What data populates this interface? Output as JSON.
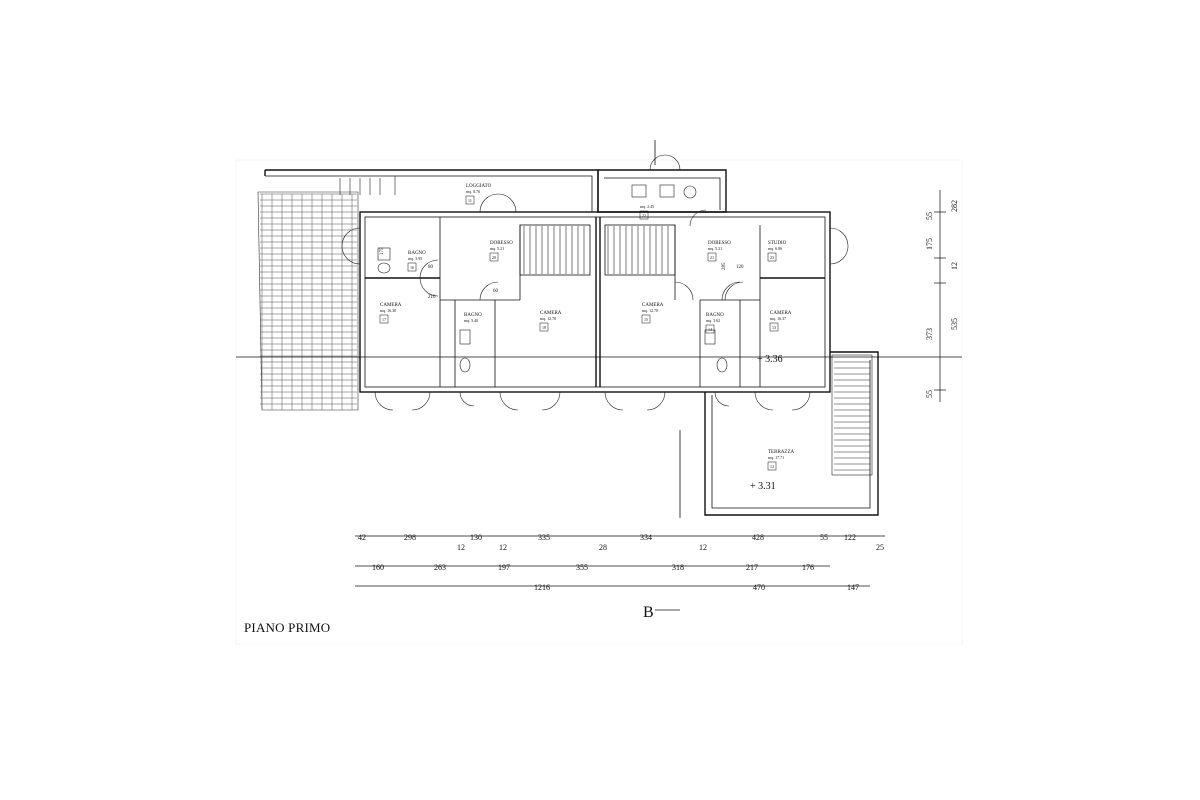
{
  "sheet": {
    "title": "PIANO PRIMO",
    "section_mark": "B"
  },
  "rooms": [
    {
      "id": "loggiato",
      "name": "LOGGIATO",
      "area": "mq. 8.76",
      "num": "11"
    },
    {
      "id": "bagno-nw",
      "name": "BAGNO",
      "area": "mq. 3.95",
      "num": "16"
    },
    {
      "id": "disimpegno-w",
      "name": "DORESSO",
      "area": "mq. 5.21",
      "num": "20"
    },
    {
      "id": "camera-w",
      "name": "CAMERA",
      "area": "mq. 16.30",
      "num": "17"
    },
    {
      "id": "bagno-w2",
      "name": "BAGNO",
      "area": "mq. 3.40",
      "num": ""
    },
    {
      "id": "camera-w2",
      "name": "CAMERA",
      "area": "mq. 12.70",
      "num": "18"
    },
    {
      "id": "camera-e1",
      "name": "CAMERA",
      "area": "mq. 12.70",
      "num": "15"
    },
    {
      "id": "disimpegno-e",
      "name": "DORESSO",
      "area": "mq. 5.21",
      "num": "21"
    },
    {
      "id": "bagno-e",
      "name": "BAGNO",
      "area": "mq. 3.62",
      "num": "14"
    },
    {
      "id": "studio",
      "name": "STUDIO",
      "area": "mq. 6.86",
      "num": "23"
    },
    {
      "id": "camera-e2",
      "name": "CAMERA",
      "area": "mq. 16.37",
      "num": "13"
    },
    {
      "id": "terrazza",
      "name": "TERRAZZA",
      "area": "mq. 17.71",
      "num": "12"
    },
    {
      "id": "balcone-n",
      "name": "",
      "area": "mq. 2.45",
      "num": "22"
    }
  ],
  "levels": {
    "interior": "+ 3.36",
    "terrace": "+ 3.31"
  },
  "dims": {
    "row1": [
      "42",
      "298",
      "12",
      "130",
      "12",
      "335",
      "28",
      "334",
      "12",
      "428",
      "55",
      "122",
      "25"
    ],
    "row2": [
      "160",
      "263",
      "197",
      "355",
      "318",
      "217",
      "176"
    ],
    "row3": [
      "1216",
      "470",
      "147"
    ],
    "vertical": [
      "282",
      "55",
      "175",
      "12",
      "535",
      "373",
      "55"
    ],
    "misc": [
      "175",
      "285",
      "80",
      "210",
      "60",
      "120"
    ]
  }
}
